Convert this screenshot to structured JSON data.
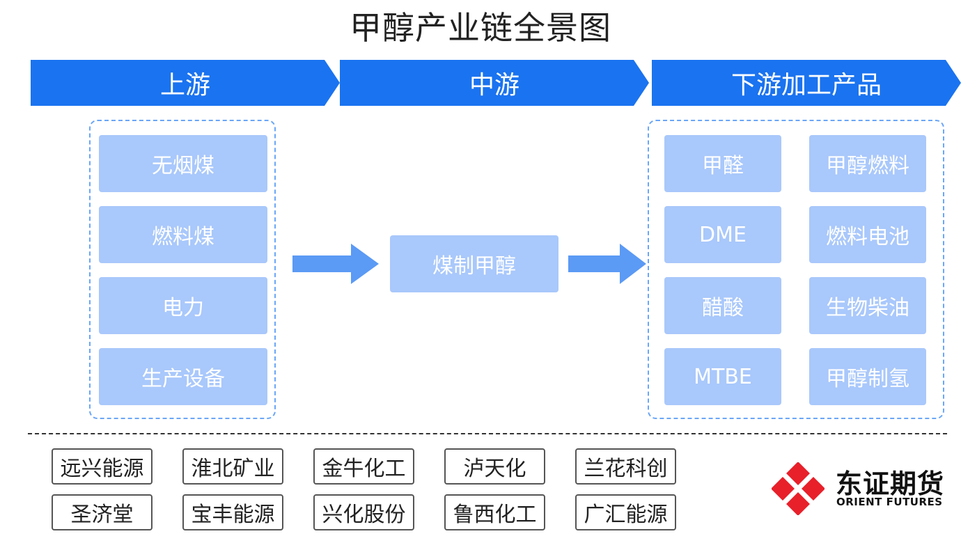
{
  "title": "甲醇产业链全景图",
  "stages": {
    "upstream": "上游",
    "midstream": "中游",
    "downstream": "下游加工产品"
  },
  "upstream_items": [
    "无烟煤",
    "燃料煤",
    "电力",
    "生产设备"
  ],
  "midstream_item": "煤制甲醇",
  "downstream_items": {
    "left": [
      "甲醛",
      "DME",
      "醋酸",
      "MTBE"
    ],
    "right": [
      "甲醇燃料",
      "燃料电池",
      "生物柴油",
      "甲醇制氢"
    ]
  },
  "companies": {
    "row1": [
      "远兴能源",
      "淮北矿业",
      "金牛化工",
      "泸天化",
      "兰花科创"
    ],
    "row2": [
      "圣济堂",
      "宝丰能源",
      "兴化股份",
      "鲁西化工",
      "广汇能源"
    ]
  },
  "logo": {
    "name_cn": "东证期货",
    "name_en": "ORIENT FUTURES",
    "icon": "orient-futures-logo-icon"
  },
  "colors": {
    "banner": "#1a73f0",
    "box": "#a9c8fb",
    "dashed_border": "#6aa6f7",
    "arrow": "#5b9af5",
    "logo_red": "#e8202a"
  }
}
